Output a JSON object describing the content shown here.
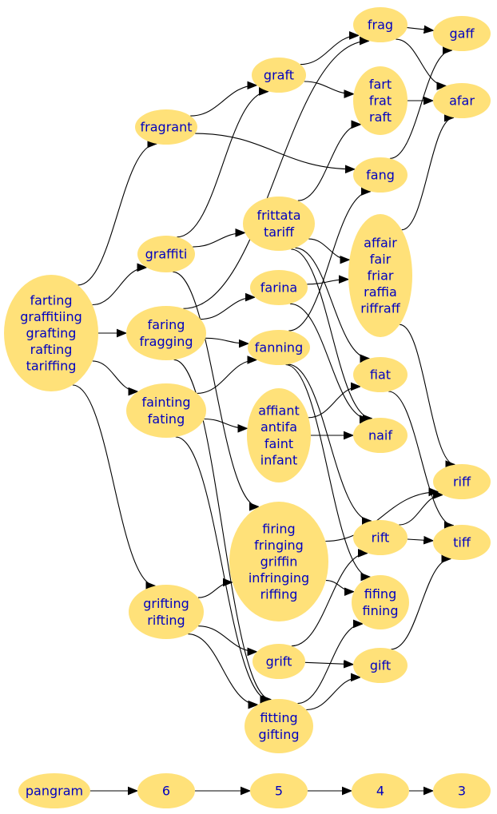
{
  "nodes": [
    {
      "id": "n_farting",
      "lines": [
        "farting",
        "graffitiing",
        "grafting",
        "rafting",
        "tariffing"
      ]
    },
    {
      "id": "n_fragrant",
      "lines": [
        "fragrant"
      ]
    },
    {
      "id": "n_graffiti",
      "lines": [
        "graffiti"
      ]
    },
    {
      "id": "n_faring",
      "lines": [
        "faring",
        "fragging"
      ]
    },
    {
      "id": "n_fainting",
      "lines": [
        "fainting",
        "fating"
      ]
    },
    {
      "id": "n_grifting",
      "lines": [
        "grifting",
        "rifting"
      ]
    },
    {
      "id": "n_graft",
      "lines": [
        "graft"
      ]
    },
    {
      "id": "n_frittata",
      "lines": [
        "frittata",
        "tariff"
      ]
    },
    {
      "id": "n_farina",
      "lines": [
        "farina"
      ]
    },
    {
      "id": "n_fanning",
      "lines": [
        "fanning"
      ]
    },
    {
      "id": "n_affiant",
      "lines": [
        "affiant",
        "antifa",
        "faint",
        "infant"
      ]
    },
    {
      "id": "n_firing",
      "lines": [
        "firing",
        "fringing",
        "griffin",
        "infringing",
        "riffing"
      ]
    },
    {
      "id": "n_grift",
      "lines": [
        "grift"
      ]
    },
    {
      "id": "n_fitting",
      "lines": [
        "fitting",
        "gifting"
      ]
    },
    {
      "id": "n_frag",
      "lines": [
        "frag"
      ]
    },
    {
      "id": "n_fart",
      "lines": [
        "fart",
        "frat",
        "raft"
      ]
    },
    {
      "id": "n_fang",
      "lines": [
        "fang"
      ]
    },
    {
      "id": "n_affair",
      "lines": [
        "affair",
        "fair",
        "friar",
        "raffia",
        "riffraff"
      ]
    },
    {
      "id": "n_fiat",
      "lines": [
        "fiat"
      ]
    },
    {
      "id": "n_naif",
      "lines": [
        "naif"
      ]
    },
    {
      "id": "n_rift",
      "lines": [
        "rift"
      ]
    },
    {
      "id": "n_fifing",
      "lines": [
        "fifing",
        "fining"
      ]
    },
    {
      "id": "n_gift",
      "lines": [
        "gift"
      ]
    },
    {
      "id": "n_gaff",
      "lines": [
        "gaff"
      ]
    },
    {
      "id": "n_afar",
      "lines": [
        "afar"
      ]
    },
    {
      "id": "n_riff",
      "lines": [
        "riff"
      ]
    },
    {
      "id": "n_tiff",
      "lines": [
        "tiff"
      ]
    },
    {
      "id": "n_pangram",
      "lines": [
        "pangram"
      ]
    },
    {
      "id": "n_6",
      "lines": [
        "6"
      ]
    },
    {
      "id": "n_5",
      "lines": [
        "5"
      ]
    },
    {
      "id": "n_4",
      "lines": [
        "4"
      ]
    },
    {
      "id": "n_3",
      "lines": [
        "3"
      ]
    }
  ],
  "edges": [
    [
      "n_farting",
      "n_fragrant"
    ],
    [
      "n_farting",
      "n_graffiti"
    ],
    [
      "n_farting",
      "n_faring"
    ],
    [
      "n_farting",
      "n_fainting"
    ],
    [
      "n_farting",
      "n_grifting"
    ],
    [
      "n_fragrant",
      "n_graft"
    ],
    [
      "n_fragrant",
      "n_fang"
    ],
    [
      "n_graffiti",
      "n_graft"
    ],
    [
      "n_graffiti",
      "n_frittata"
    ],
    [
      "n_graffiti",
      "n_firing"
    ],
    [
      "n_faring",
      "n_frag"
    ],
    [
      "n_faring",
      "n_farina"
    ],
    [
      "n_faring",
      "n_fanning"
    ],
    [
      "n_faring",
      "n_fitting"
    ],
    [
      "n_fainting",
      "n_fanning"
    ],
    [
      "n_fainting",
      "n_affiant"
    ],
    [
      "n_fainting",
      "n_fitting"
    ],
    [
      "n_grifting",
      "n_firing"
    ],
    [
      "n_grifting",
      "n_grift"
    ],
    [
      "n_grifting",
      "n_fitting"
    ],
    [
      "n_graft",
      "n_frag"
    ],
    [
      "n_graft",
      "n_fart"
    ],
    [
      "n_frittata",
      "n_fart"
    ],
    [
      "n_frittata",
      "n_affair"
    ],
    [
      "n_frittata",
      "n_fiat"
    ],
    [
      "n_frittata",
      "n_naif"
    ],
    [
      "n_farina",
      "n_affair"
    ],
    [
      "n_farina",
      "n_naif"
    ],
    [
      "n_fanning",
      "n_fang"
    ],
    [
      "n_fanning",
      "n_rift"
    ],
    [
      "n_fanning",
      "n_fifing"
    ],
    [
      "n_affiant",
      "n_fiat"
    ],
    [
      "n_affiant",
      "n_naif"
    ],
    [
      "n_firing",
      "n_riff"
    ],
    [
      "n_firing",
      "n_fifing"
    ],
    [
      "n_grift",
      "n_rift"
    ],
    [
      "n_grift",
      "n_gift"
    ],
    [
      "n_fitting",
      "n_fifing"
    ],
    [
      "n_fitting",
      "n_gift"
    ],
    [
      "n_frag",
      "n_gaff"
    ],
    [
      "n_frag",
      "n_afar"
    ],
    [
      "n_fart",
      "n_afar"
    ],
    [
      "n_fang",
      "n_gaff"
    ],
    [
      "n_affair",
      "n_afar"
    ],
    [
      "n_affair",
      "n_riff"
    ],
    [
      "n_fiat",
      "n_tiff"
    ],
    [
      "n_rift",
      "n_riff"
    ],
    [
      "n_rift",
      "n_tiff"
    ],
    [
      "n_gift",
      "n_tiff"
    ],
    [
      "n_pangram",
      "n_6"
    ],
    [
      "n_6",
      "n_5"
    ],
    [
      "n_5",
      "n_4"
    ],
    [
      "n_4",
      "n_3"
    ]
  ]
}
